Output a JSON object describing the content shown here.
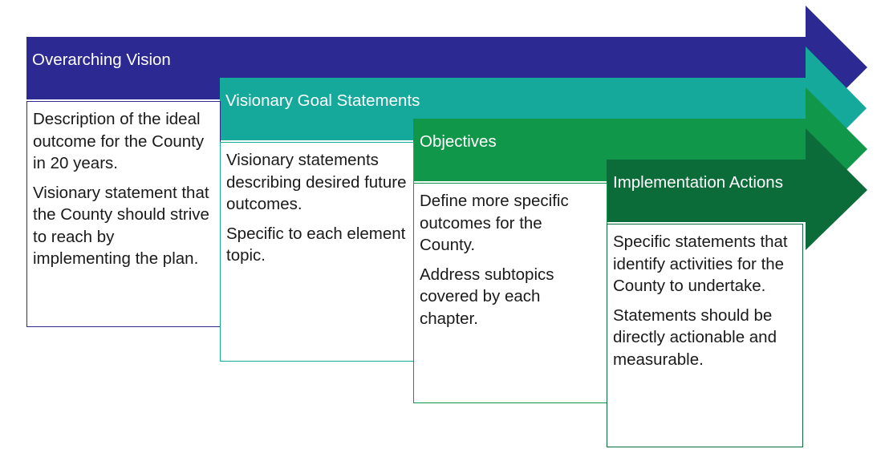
{
  "colors": {
    "vision": "#2c2a92",
    "goals": "#14a99b",
    "objectives": "#11974a",
    "actions": "#0b6b39"
  },
  "stages": [
    {
      "title": "Overarching Vision",
      "paragraphs": [
        "Description of the ideal outcome for the County in 20 years.",
        "Visionary statement that the County should strive to reach by implementing the plan."
      ]
    },
    {
      "title": "Visionary Goal Statements",
      "paragraphs": [
        "Visionary statements describing desired future outcomes.",
        "Specific to each element topic."
      ]
    },
    {
      "title": "Objectives",
      "paragraphs": [
        "Define more specific outcomes for the County.",
        "Address subtopics covered by each chapter."
      ]
    },
    {
      "title": "Implementation Actions",
      "paragraphs": [
        "Specific statements that identify activities for the County to undertake.",
        "Statements should be directly actionable and measurable."
      ]
    }
  ]
}
